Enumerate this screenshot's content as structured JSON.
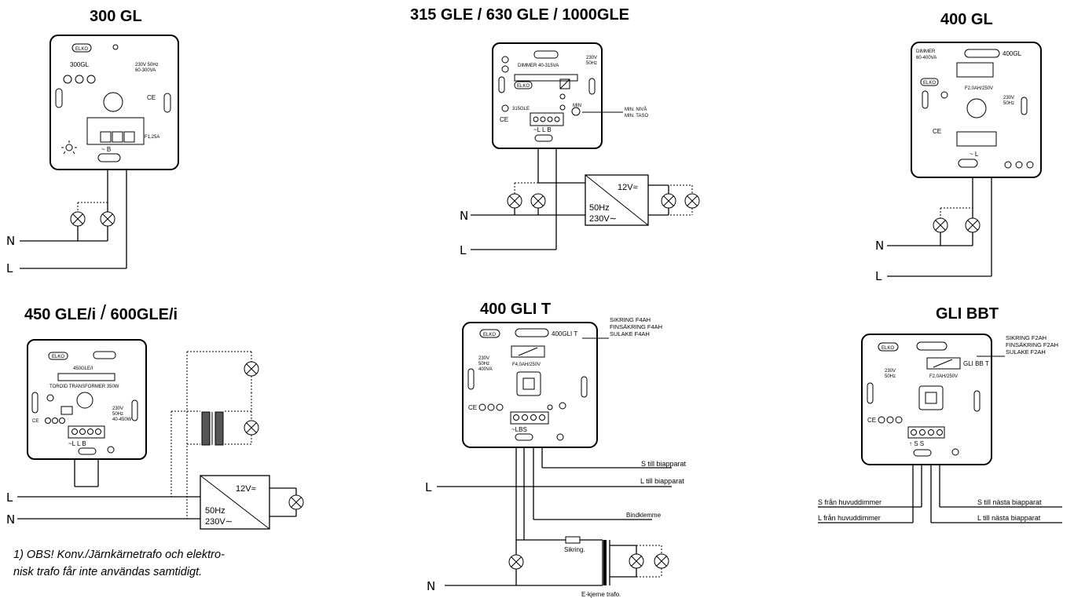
{
  "titles": {
    "gl300": "300 GL",
    "gle_multi": "315 GLE / 630 GLE / 1000GLE",
    "gl400": "400 GL",
    "gle450": "450 GLE/i",
    "gle600_slash": "/",
    "gle600": "600GLE/i",
    "gli400t": "400 GLI T",
    "glibbt": "GLI BBT"
  },
  "note": {
    "line1": "1) OBS! Konv./Järnkärnetrafo och elektro-",
    "line2": "nisk trafo får inte användas samtidigt."
  },
  "wire_labels": {
    "n": "N",
    "l": "L"
  },
  "device_300gl": {
    "brand": "ELKO",
    "model": "300GL",
    "rating": "230V 50Hz",
    "rating2": "60-300VA",
    "ce": "CE",
    "fuse": "F1,25A",
    "terminals": "~ B"
  },
  "device_315gle": {
    "brand": "ELKO",
    "model": "315GLE",
    "dimmer": "DIMMER 40-315VA",
    "volt": "230V",
    "hz": "50Hz",
    "ce": "CE",
    "terminals": "~L L B",
    "min": "MIN",
    "min_level": "MIN. NIVÅ",
    "min_taso": "MIN. TASO",
    "trafo_out": "12V≈",
    "trafo_hz": "50Hz",
    "trafo_in": "230V∼"
  },
  "device_400gl": {
    "brand": "ELKO",
    "dimmer": "DIMMER",
    "range": "60-400VA",
    "model": "400GL",
    "fuse": "F2,0AH/250V",
    "volt": "230V",
    "hz": "50Hz",
    "ce": "CE",
    "terminals": "~ L"
  },
  "device_450gle": {
    "brand": "ELKO",
    "model": "450GLE/I",
    "toroid": "TOROID TRANSFORMER 350W",
    "volt": "230V",
    "hz": "50Hz",
    "range": "40-450W",
    "ce": "CE",
    "terminals": "~L L B",
    "trafo_out": "12V≈",
    "trafo_hz": "50Hz",
    "trafo_in": "230V∼"
  },
  "device_400glit": {
    "brand": "ELKO",
    "model": "400GLI T",
    "volt": "230V",
    "hz": "50Hz",
    "power": "400VA",
    "fuse": "F4,0AH/250V",
    "ce": "CE",
    "terminals": "~LBS",
    "sikring1": "SIKRING F4AH",
    "sikring2": "FINSÄKRING F4AH",
    "sikring3": "SULAKE F4AH",
    "s_till": "S till biapparat",
    "l_till": "L till biapparat",
    "bind": "Bindklemme",
    "sikring_fuse": "Sikring.",
    "ekjerne": "E-kjerne trafo."
  },
  "device_glibbt": {
    "brand": "ELKO",
    "model": "GLI BB T",
    "volt": "230V",
    "hz": "50Hz",
    "fuse": "F2,0AH/250V",
    "ce": "CE",
    "terminals": "↑ S S",
    "sikring1": "SIKRING F2AH",
    "sikring2": "FINSÄKRING F2AH",
    "sikring3": "SULAKE F2AH",
    "s_fran": "S från huvuddimmer",
    "l_fran": "L från huvuddimmer",
    "s_nasta": "S till nästa biapparat",
    "l_nasta": "L till nästa biapparat"
  }
}
